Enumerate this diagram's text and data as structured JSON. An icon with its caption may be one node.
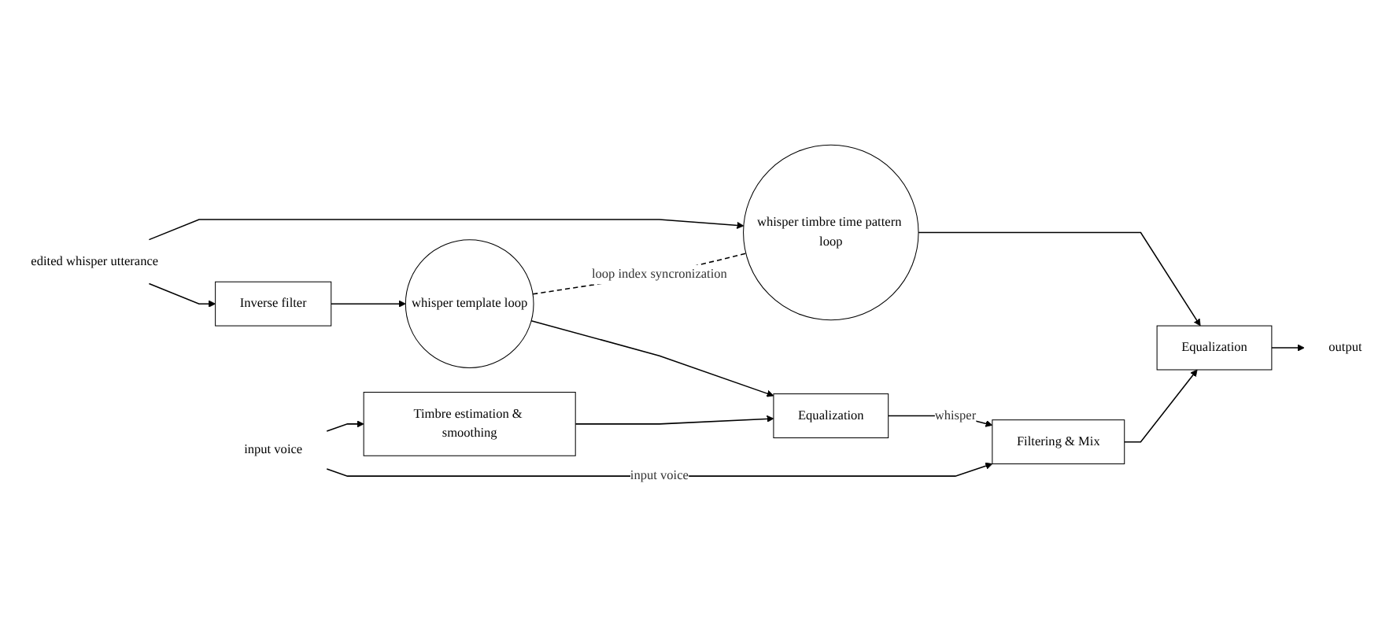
{
  "diagram": {
    "nodes": [
      {
        "text": [
          "edited whisper utterance"
        ]
      },
      {
        "text": [
          "Inverse filter"
        ]
      },
      {
        "text": [
          "whisper template loop"
        ]
      },
      {
        "text": [
          "whisper timbre time pattern loop"
        ]
      },
      {
        "text": [
          "Timbre estimation & smoothing"
        ]
      },
      {
        "text": [
          "input voice"
        ]
      },
      {
        "text": [
          "Equalization"
        ]
      },
      {
        "text": [
          "Filtering & Mix"
        ]
      },
      {
        "text": [
          "Equalization"
        ]
      },
      {
        "text": [
          "output"
        ]
      }
    ],
    "edges": [
      {
        "from": 0,
        "to": 1,
        "arrow": "to"
      },
      {
        "from": 0,
        "to": 3,
        "arrow": "to"
      },
      {
        "from": 1,
        "to": 2,
        "arrow": "to"
      },
      {
        "from": 2,
        "to": 3,
        "arrow": "none",
        "style": "dashed",
        "label": "loop index syncronization"
      },
      {
        "from": 5,
        "to": 4,
        "arrow": "to"
      },
      {
        "from": 2,
        "to": 6,
        "arrow": "to"
      },
      {
        "from": 4,
        "to": 6,
        "arrow": "to"
      },
      {
        "from": 6,
        "to": 7,
        "arrow": "to",
        "label": "whisper"
      },
      {
        "from": 5,
        "to": 7,
        "arrow": "to",
        "label": "input voice"
      },
      {
        "from": 3,
        "to": 8,
        "arrow": "to"
      },
      {
        "from": 7,
        "to": 8,
        "arrow": "to"
      },
      {
        "from": 8,
        "to": 9,
        "arrow": "to"
      }
    ]
  }
}
